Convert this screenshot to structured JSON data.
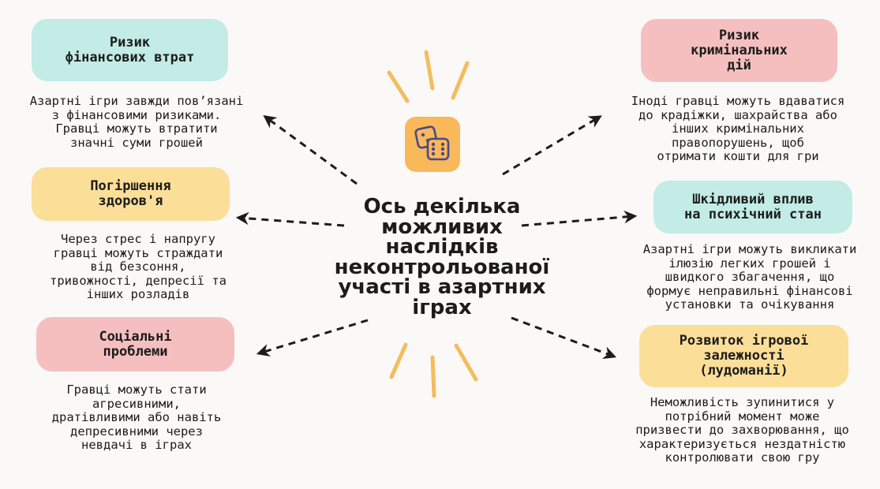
{
  "center": {
    "title": "Ось декілька\nможливих\nнаслідків\nнеконтрольованої\nучасті в азартних\nіграх"
  },
  "colors": {
    "mint": "#c2ece5",
    "pink": "#f5bfc0",
    "yellow": "#fbde98",
    "accent": "#f9b85a"
  },
  "icons": {
    "center": "dice-icon"
  },
  "consequences": {
    "financial": {
      "title": "Ризик\nфінансових втрат",
      "desc": "Азартні ігри завжди пов’язані\nз фінансовими ризиками.\nГравці можуть втратити\nзначні суми грошей"
    },
    "health": {
      "title": "Погіршення\nздоров'я",
      "desc": "Через стрес і напругу\nгравці можуть страждати\nвід безсоння,\nтривожності, депресії та\nінших розладів"
    },
    "social": {
      "title": "Соціальні\nпроблеми",
      "desc": "Гравці можуть стати\nагресивними,\nдратівливими або навіть\nдепресивними через\nневдачі в іграх"
    },
    "criminal": {
      "title": "Ризик\nкримінальних\nдій",
      "desc": "Іноді гравці можуть вдаватися\nдо крадіжки, шахрайства або\nінших кримінальних\nправопорушень, щоб\nотримати кошти для гри"
    },
    "mental": {
      "title": "Шкідливий вплив\nна психічний стан",
      "desc": "Азартні ігри можуть викликати\nілюзію легких грошей і\nшвидкого збагачення, що\nформує неправильні фінансові\nустановки та очікування"
    },
    "addiction": {
      "title": "Розвиток ігрової\nзалежності\n(лудоманії)",
      "desc": "Неможливість зупинитися у\nпотрібний момент може\nпризвести до захворювання, що\nхарактеризується нездатністю\nконтролювати свою гру"
    }
  }
}
